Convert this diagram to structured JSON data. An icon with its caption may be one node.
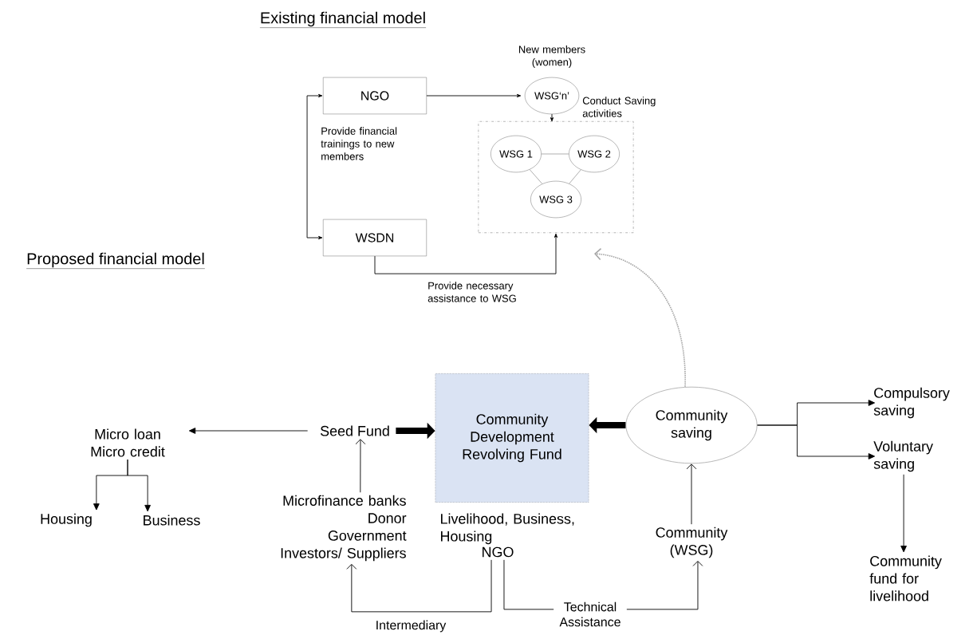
{
  "diagram": {
    "nodes": [
      {
        "text": [
          "NGO"
        ]
      },
      {
        "text": [
          "WSDN"
        ]
      },
      {
        "text": [
          "WSG‘n’"
        ],
        "beside": [
          "New members (women)",
          "Conduct Saving activities"
        ]
      },
      {
        "text": [],
        "shape": "box"
      },
      {
        "text": [
          "WSG 1"
        ],
        "in": 3
      },
      {
        "text": [
          "WSG 2"
        ],
        "in": 3
      },
      {
        "text": [
          "WSG 3"
        ],
        "in": 3
      },
      {
        "text": [
          "Community Development Revolving Fund"
        ]
      },
      {
        "text": [
          "Community saving"
        ]
      },
      {
        "text": [
          "Seed Fund"
        ]
      },
      {
        "text": [
          "Micro loan Micro credit"
        ]
      },
      {
        "text": [
          "Housing"
        ]
      },
      {
        "text": [
          "Business"
        ]
      },
      {
        "text": [
          "Microfinance banks",
          "Donor",
          "Government",
          "Investors/ Suppliers"
        ]
      },
      {
        "text": [
          "NGO"
        ]
      },
      {
        "text": [
          "Community (WSG)"
        ]
      },
      {
        "text": [
          "Compulsory saving"
        ]
      },
      {
        "text": [
          "Voluntary saving"
        ]
      },
      {
        "text": [
          "Community fund for livelihood"
        ]
      }
    ],
    "edges": [
      {
        "from": 0,
        "to": 2,
        "arrow": "to"
      },
      {
        "from": 0,
        "to": 1,
        "arrow": "both"
      },
      {
        "from": 2,
        "to": 3,
        "arrow": "to"
      },
      {
        "from": 4,
        "to": 5,
        "arrow": "none",
        "color": "#a6a6a6"
      },
      {
        "from": 4,
        "to": 6,
        "arrow": "none",
        "color": "#a6a6a6"
      },
      {
        "from": 5,
        "to": 6,
        "arrow": "none",
        "color": "#a6a6a6"
      },
      {
        "from": 1,
        "to": 3,
        "arrow": "to",
        "label": "Provide necessary assistance to WSG"
      },
      {
        "from": 8,
        "to": null,
        "arrow": "to",
        "style": "dashed",
        "color": "#a6a6a6"
      },
      {
        "from": 9,
        "to": 7,
        "arrow": "to",
        "style": "thick"
      },
      {
        "from": 8,
        "to": 7,
        "arrow": "to",
        "style": "thick"
      },
      {
        "from": 9,
        "to": 10,
        "arrow": "to"
      },
      {
        "from": 10,
        "to": 11,
        "arrow": "to"
      },
      {
        "from": 10,
        "to": 12,
        "arrow": "to"
      },
      {
        "from": 13,
        "to": 9,
        "arrow": "to"
      },
      {
        "from": 14,
        "to": 13,
        "arrow": "to",
        "label": "Intermediary"
      },
      {
        "from": 14,
        "to": 15,
        "arrow": "to",
        "label": "Technical Assistance"
      },
      {
        "from": 15,
        "to": 8,
        "arrow": "to"
      },
      {
        "from": 8,
        "to": 16,
        "arrow": "to"
      },
      {
        "from": 8,
        "to": 17,
        "arrow": "to"
      },
      {
        "from": 17,
        "to": 18,
        "arrow": "to"
      }
    ],
    "labels": [
      "Existing financial model",
      "Provide financial trainings to new members",
      "Proposed financial model",
      "Livelihood, Business, Housing"
    ]
  }
}
